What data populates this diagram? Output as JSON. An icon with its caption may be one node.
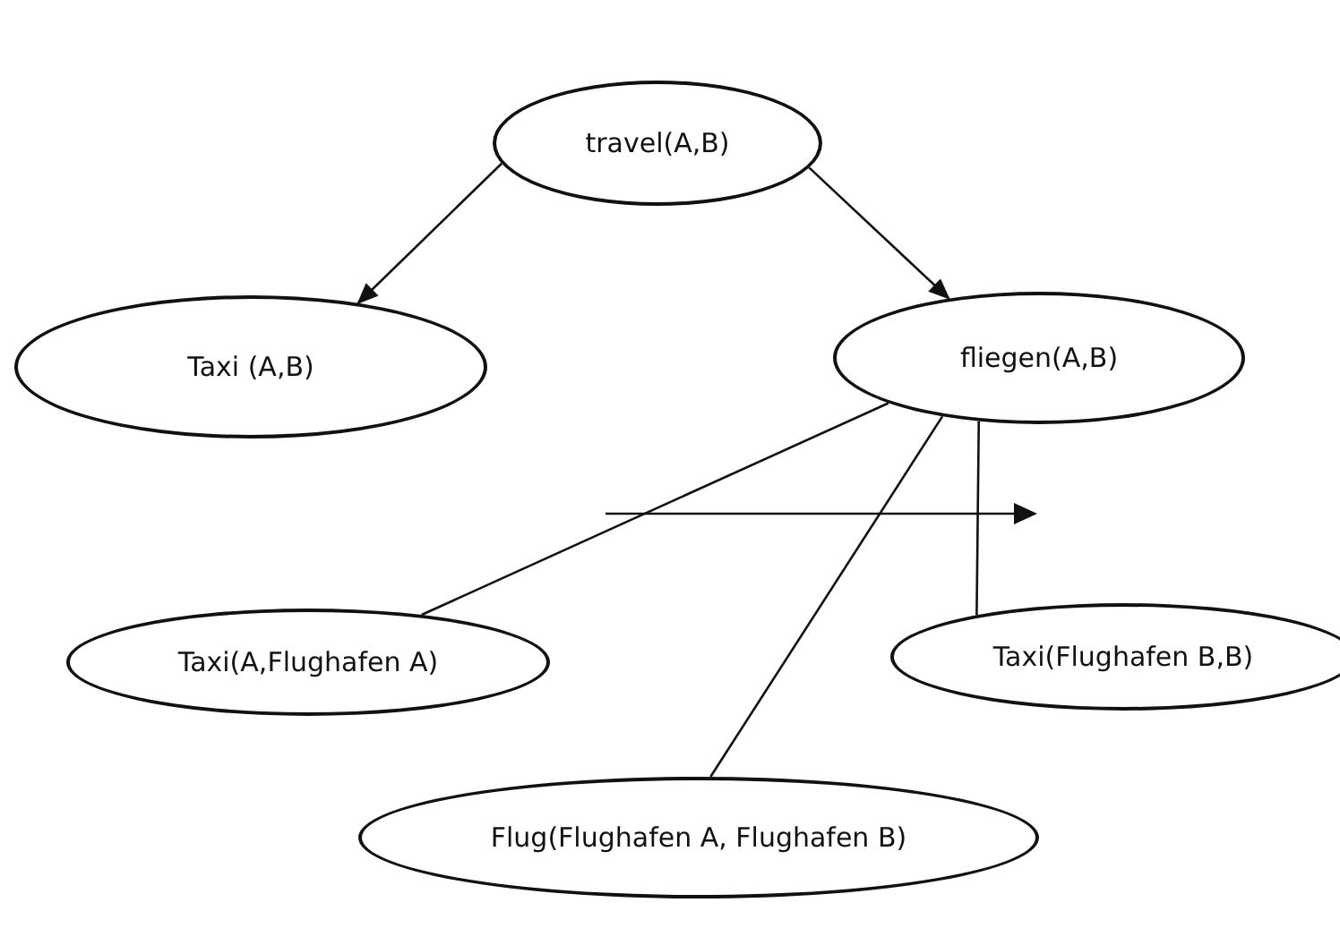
{
  "diagram": {
    "nodes": [
      {
        "text": [
          "travel(A,B)"
        ]
      },
      {
        "text": [
          "Taxi (A,B)"
        ]
      },
      {
        "text": [
          "fliegen(A,B)"
        ]
      },
      {
        "text": [
          "Taxi(A,Flughafen A)"
        ]
      },
      {
        "text": [
          "Taxi(Flughafen B,B)"
        ]
      },
      {
        "text": [
          "Flug(Flughafen A, Flughafen B)"
        ]
      }
    ],
    "edges": [
      {
        "from": 0,
        "to": 1,
        "arrow": "to"
      },
      {
        "from": 0,
        "to": 2,
        "arrow": "to"
      },
      {
        "from": 2,
        "to": 3,
        "arrow": "none"
      },
      {
        "from": 2,
        "to": 5,
        "arrow": "none"
      },
      {
        "from": 2,
        "to": 4,
        "arrow": "none"
      }
    ]
  }
}
